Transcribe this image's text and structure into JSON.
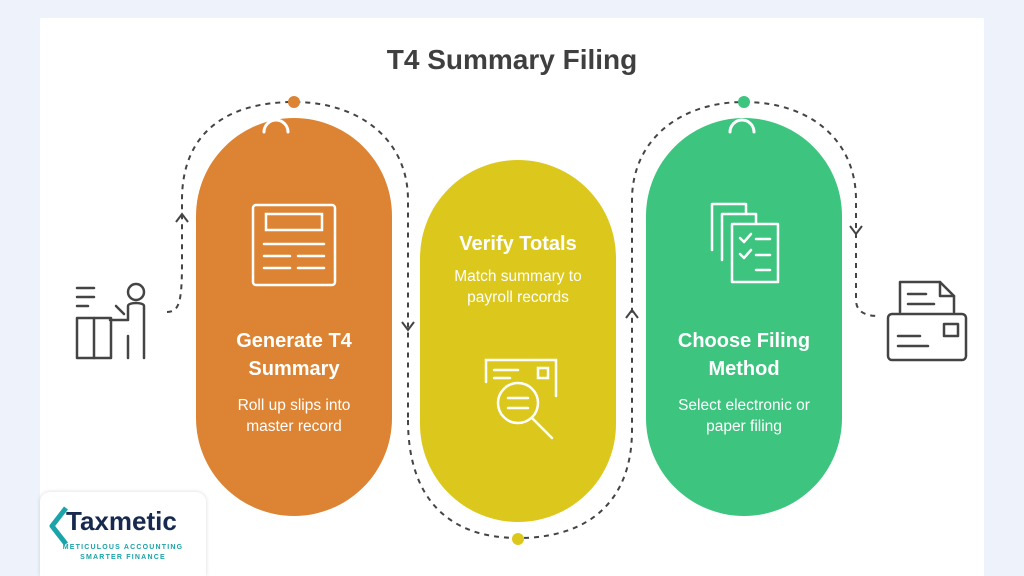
{
  "title": "T4 Summary Filing",
  "steps": [
    {
      "title_line1": "Generate T4",
      "title_line2": "Summary",
      "desc_line1": "Roll up slips into",
      "desc_line2": "master record",
      "color": "#dc8433",
      "icon": "document-layout-icon"
    },
    {
      "title_line1": "Verify Totals",
      "desc_line1": "Match summary to",
      "desc_line2": "payroll records",
      "color": "#dcc81d",
      "icon": "magnifier-document-icon"
    },
    {
      "title_line1": "Choose Filing",
      "title_line2": "Method",
      "desc_line1": "Select electronic or",
      "desc_line2": "paper filing",
      "color": "#3dc47e",
      "icon": "stacked-checklist-icon"
    }
  ],
  "start_icon": "person-at-desk-icon",
  "end_icon": "printer-icon",
  "logo": {
    "name": "Taxmetic",
    "tagline1": "METICULOUS ACCOUNTING",
    "tagline2": "SMARTER FINANCE"
  }
}
